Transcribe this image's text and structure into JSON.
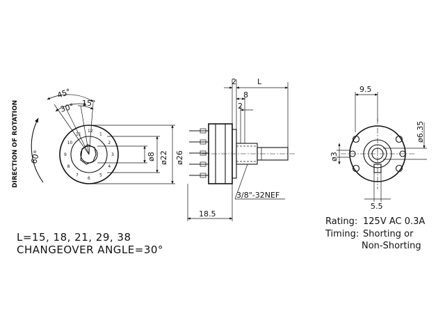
{
  "rotation_label": "DIRECTION OF ROTATION",
  "front_view": {
    "angles": [
      "45°",
      "30°",
      "15°",
      "60°"
    ],
    "diameters": [
      "ø8",
      "ø22",
      "ø26"
    ],
    "positions": [
      "1",
      "2",
      "3",
      "4",
      "5",
      "6",
      "7",
      "8",
      "9",
      "10",
      "11",
      "12"
    ]
  },
  "side_view": {
    "dims": [
      "2",
      "8",
      "2",
      "L",
      "18.5"
    ],
    "thread": "3/8\"-32NEF"
  },
  "rear_view": {
    "dims": [
      "9.5",
      "ø6.35",
      "ø3",
      "5.5"
    ]
  },
  "notes": {
    "lengths": "L=15, 18, 21, 29, 38",
    "changeover": "CHANGEOVER ANGLE=30°"
  },
  "specs": {
    "rating_label": "Rating:",
    "rating_value": "125V AC 0.3A",
    "timing_label": "Timing:",
    "timing_value_1": "Shorting or",
    "timing_value_2": "Non-Shorting"
  }
}
